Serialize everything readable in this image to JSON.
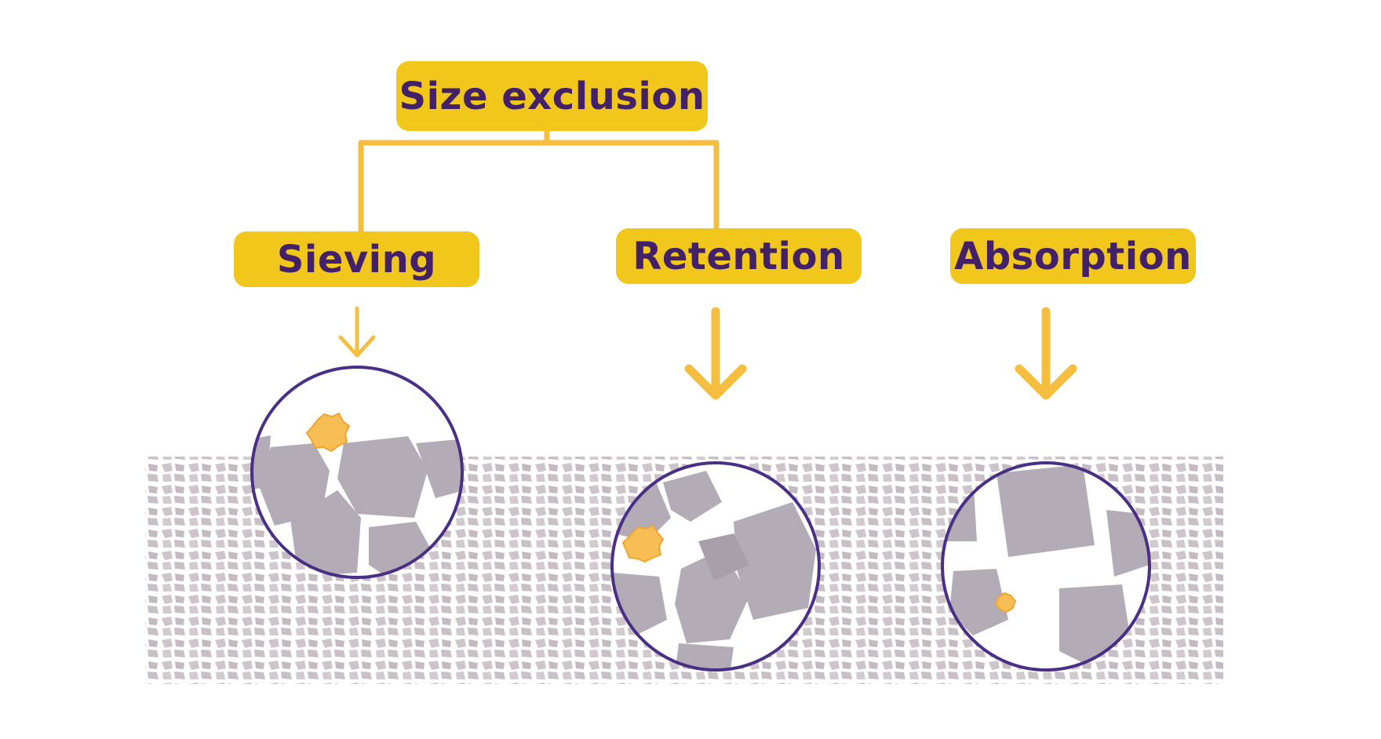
{
  "labels": {
    "root": "Size exclusion",
    "sieving": "Sieving",
    "retention": "Retention",
    "absorption": "Absorption"
  },
  "colors": {
    "label_fill": "#F2C71C",
    "label_text": "#43206A",
    "connector": "#F6BE3F",
    "circle_stroke": "#4A2F86",
    "membrane": "#C9BFC6",
    "fiber": "#B6AEB8",
    "particle": "#F6BE55"
  },
  "icons": {
    "arrow": "down-arrow-icon",
    "particle": "particle-icon",
    "magnifier": "magnified-circle"
  }
}
